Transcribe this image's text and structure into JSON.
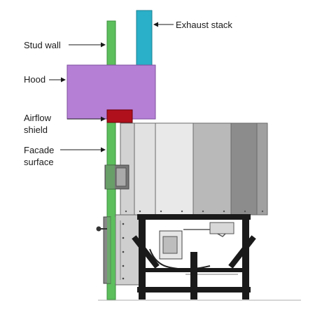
{
  "labels": {
    "stud_wall": "Stud wall",
    "hood": "Hood",
    "airflow_shield_line1": "Airflow",
    "airflow_shield_line2": "shield",
    "facade_surface_line1": "Facade",
    "facade_surface_line2": "surface",
    "exhaust_stack": "Exhaust stack"
  },
  "colors": {
    "stud_wall": "#5cbf5c",
    "hood": "#b57fd6",
    "exhaust_stack": "#2ab0c8",
    "airflow_shield": "#b0101c",
    "frame": "#1a1a1a",
    "panel_light": "#dcdcdc",
    "panel_mid": "#b8b8b8",
    "panel_dark": "#8a8a8a"
  }
}
